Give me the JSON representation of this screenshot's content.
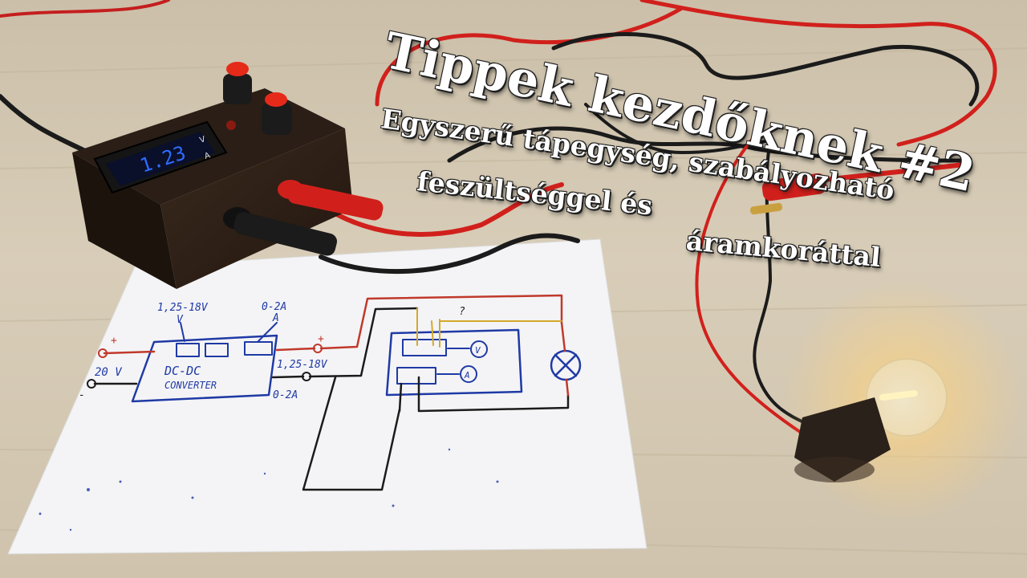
{
  "overlay": {
    "title": "Tippek kezdőknek #2",
    "subtitle_line1": "Egyszerű tápegység, szabályozható",
    "subtitle_line2": "feszültséggel és",
    "subtitle_line3": "áramkoráttal"
  },
  "schematic": {
    "label_voltage_range_top": "1,25-18V",
    "label_v": "V",
    "label_current_range_top": "0-2A",
    "label_a": "A",
    "label_input_voltage": "20 V",
    "label_converter_line1": "DC-DC",
    "label_converter_line2": "CONVERTER",
    "label_output_voltage": "1,25-18V",
    "label_output_current": "0-2A",
    "label_plus_left": "+",
    "label_minus_left": "-",
    "label_plus_right": "+",
    "label_question": "?",
    "label_meter_v": "V",
    "label_meter_a": "A"
  },
  "device": {
    "display_value": "1.23",
    "display_unit_v": "V",
    "display_unit_a": "A"
  },
  "colors": {
    "table": "#d2c7b2",
    "wire_red": "#d1201c",
    "wire_black": "#1b1b1b",
    "ink_blue": "#1f3aa5",
    "ink_red": "#c0392b",
    "display_blue": "#2d6cff",
    "bulb_glow": "#ffd27a"
  }
}
